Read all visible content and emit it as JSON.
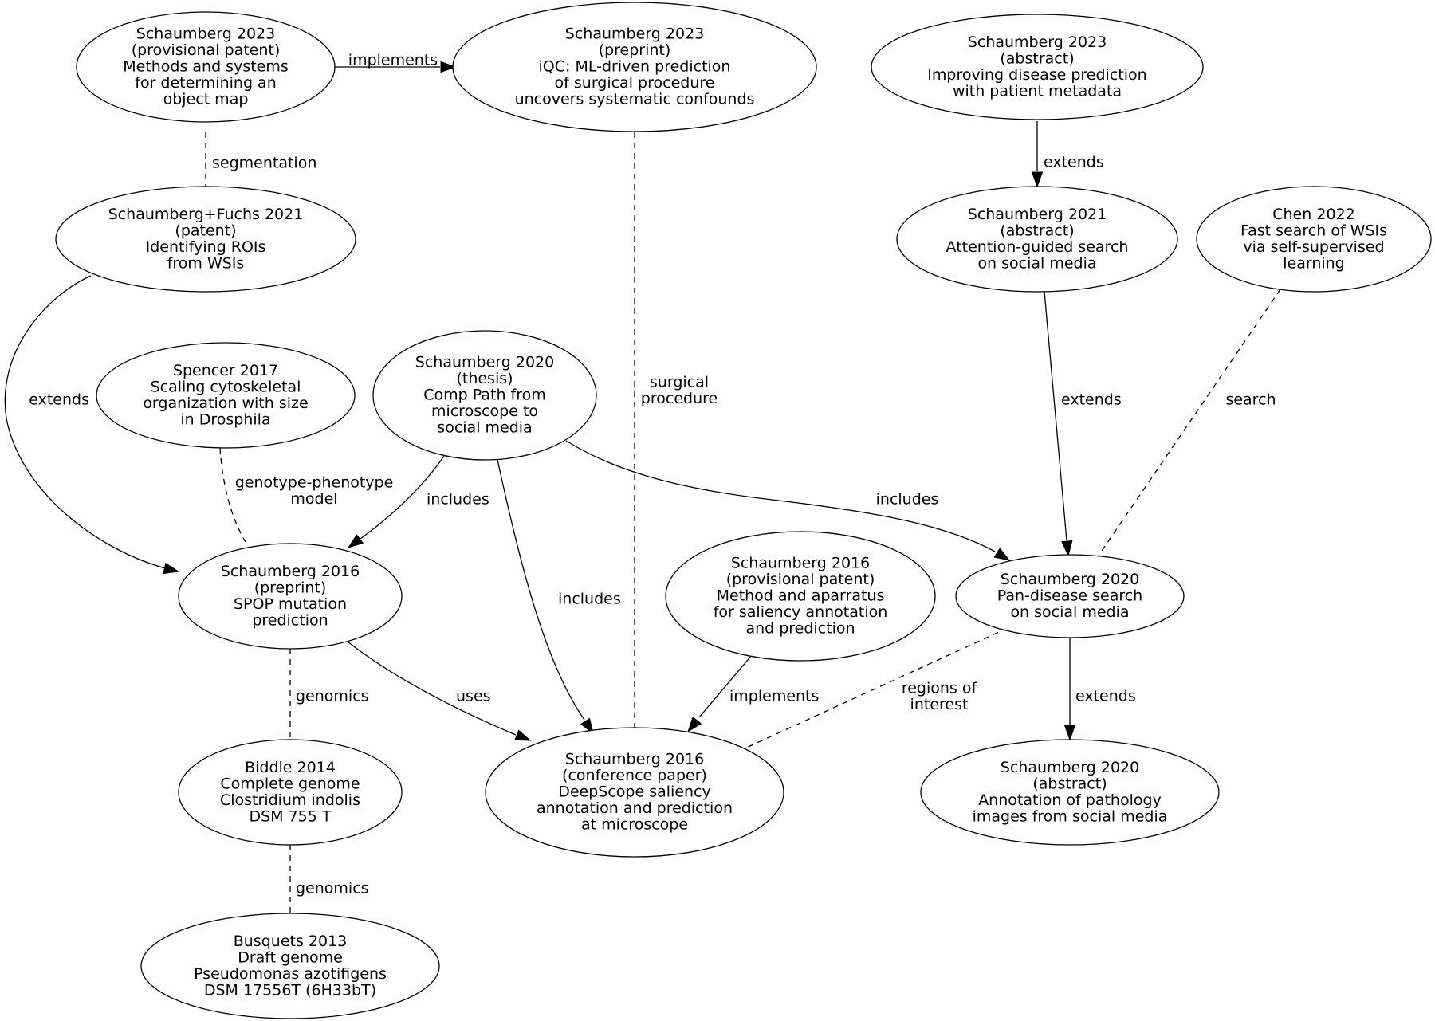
{
  "nodes": [
    {
      "id": "patent2023",
      "lines": [
        "Schaumberg 2023",
        "(provisional patent)",
        "Methods and systems",
        "for determining an",
        "object map"
      ]
    },
    {
      "id": "iqc2023",
      "lines": [
        "Schaumberg 2023",
        "(preprint)",
        "iQC: ML-driven prediction",
        "of surgical procedure",
        "uncovers systematic confounds"
      ]
    },
    {
      "id": "abstract2023",
      "lines": [
        "Schaumberg 2023",
        "(abstract)",
        "Improving disease prediction",
        "with patient metadata"
      ]
    },
    {
      "id": "fuchs2021",
      "lines": [
        "Schaumberg+Fuchs 2021",
        "(patent)",
        "Identifying ROIs",
        "from WSIs"
      ]
    },
    {
      "id": "abstract2021",
      "lines": [
        "Schaumberg 2021",
        "(abstract)",
        "Attention-guided search",
        "on social media"
      ]
    },
    {
      "id": "chen2022",
      "lines": [
        "Chen 2022",
        "Fast search of WSIs",
        "via self-supervised",
        "learning"
      ]
    },
    {
      "id": "spencer2017",
      "lines": [
        "Spencer 2017",
        "Scaling cytoskeletal",
        "organization with size",
        "in Drosphila"
      ]
    },
    {
      "id": "thesis2020",
      "lines": [
        "Schaumberg 2020",
        "(thesis)",
        "Comp Path from",
        "microscope to",
        "social media"
      ]
    },
    {
      "id": "spop2016",
      "lines": [
        "Schaumberg 2016",
        "(preprint)",
        "SPOP mutation",
        "prediction"
      ]
    },
    {
      "id": "saliencypatent2016",
      "lines": [
        "Schaumberg 2016",
        "(provisional patent)",
        "Method and aparratus",
        "for saliency annotation",
        "and prediction"
      ]
    },
    {
      "id": "pandisease2020",
      "lines": [
        "Schaumberg 2020",
        "Pan-disease search",
        "on social media"
      ]
    },
    {
      "id": "biddle2014",
      "lines": [
        "Biddle 2014",
        "Complete genome",
        "Clostridium indolis",
        "DSM 755 T"
      ]
    },
    {
      "id": "deepscope2016",
      "lines": [
        "Schaumberg 2016",
        "(conference paper)",
        "DeepScope saliency",
        "annotation and prediction",
        "at microscope"
      ]
    },
    {
      "id": "annotation2020",
      "lines": [
        "Schaumberg 2020",
        "(abstract)",
        "Annotation of pathology",
        "images from social media"
      ]
    },
    {
      "id": "busquets2013",
      "lines": [
        "Busquets 2013",
        "Draft genome",
        "Pseudomonas azotifigens",
        "DSM 17556T (6H33bT)"
      ]
    }
  ],
  "edges": [
    {
      "id": "e1",
      "from": "patent2023",
      "to": "iqc2023",
      "label": [
        "implements"
      ],
      "style": "solid"
    },
    {
      "id": "e2",
      "from": "patent2023",
      "to": "fuchs2021",
      "label": [
        "segmentation"
      ],
      "style": "dashed"
    },
    {
      "id": "e3",
      "from": "abstract2023",
      "to": "abstract2021",
      "label": [
        "extends"
      ],
      "style": "solid"
    },
    {
      "id": "e4",
      "from": "fuchs2021",
      "to": "spop2016",
      "label": [
        "extends"
      ],
      "style": "solid"
    },
    {
      "id": "e5",
      "from": "iqc2023",
      "to": "deepscope2016",
      "label": [
        "surgical",
        "procedure"
      ],
      "style": "dashed"
    },
    {
      "id": "e6",
      "from": "abstract2021",
      "to": "pandisease2020",
      "label": [
        "extends"
      ],
      "style": "solid"
    },
    {
      "id": "e7",
      "from": "chen2022",
      "to": "pandisease2020",
      "label": [
        "search"
      ],
      "style": "dashed"
    },
    {
      "id": "e8",
      "from": "spencer2017",
      "to": "spop2016",
      "label": [
        "genotype-phenotype",
        "model"
      ],
      "style": "dashed"
    },
    {
      "id": "e9",
      "from": "thesis2020",
      "to": "spop2016",
      "label": [
        "includes"
      ],
      "style": "solid"
    },
    {
      "id": "e10",
      "from": "thesis2020",
      "to": "deepscope2016",
      "label": [
        "includes"
      ],
      "style": "solid"
    },
    {
      "id": "e11",
      "from": "thesis2020",
      "to": "pandisease2020",
      "label": [
        "includes"
      ],
      "style": "solid"
    },
    {
      "id": "e12",
      "from": "spop2016",
      "to": "biddle2014",
      "label": [
        "genomics"
      ],
      "style": "dashed"
    },
    {
      "id": "e13",
      "from": "spop2016",
      "to": "deepscope2016",
      "label": [
        "uses"
      ],
      "style": "solid"
    },
    {
      "id": "e14",
      "from": "saliencypatent2016",
      "to": "deepscope2016",
      "label": [
        "implements"
      ],
      "style": "solid"
    },
    {
      "id": "e15",
      "from": "pandisease2020",
      "to": "deepscope2016",
      "label": [
        "regions of",
        "interest"
      ],
      "style": "dashed"
    },
    {
      "id": "e16",
      "from": "pandisease2020",
      "to": "annotation2020",
      "label": [
        "extends"
      ],
      "style": "solid"
    },
    {
      "id": "e17",
      "from": "biddle2014",
      "to": "busquets2013",
      "label": [
        "genomics"
      ],
      "style": "dashed"
    }
  ]
}
